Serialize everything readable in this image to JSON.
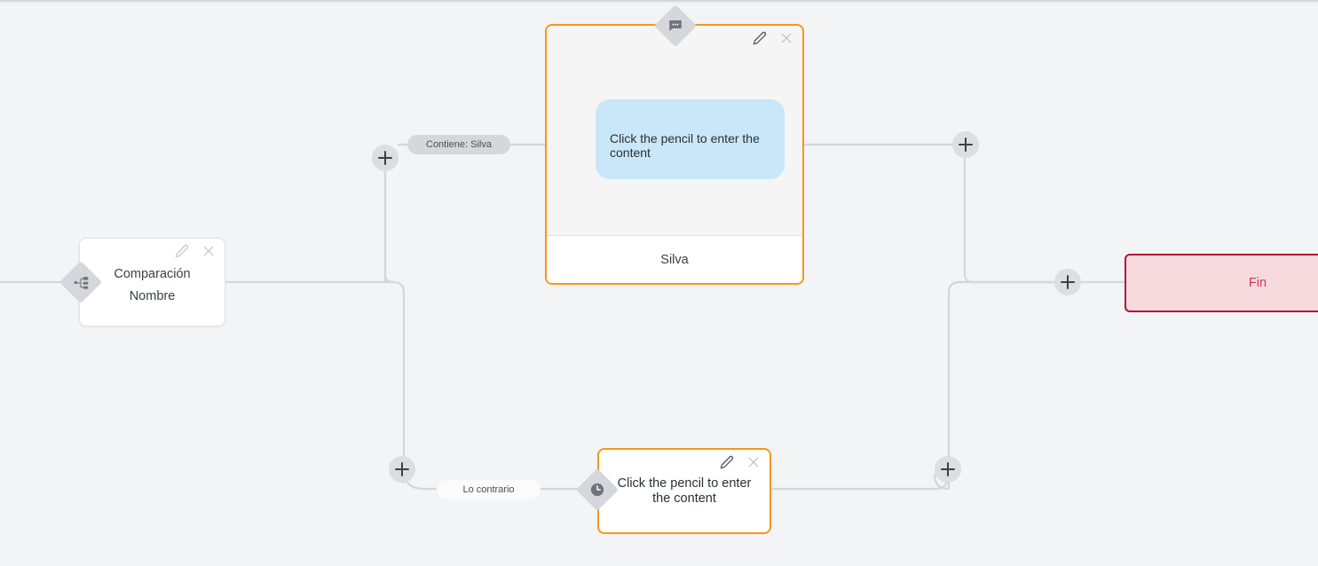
{
  "canvas": {
    "background_color": "#f3f4f6",
    "wire_color": "#d4d6da"
  },
  "nodes": {
    "comparacion": {
      "title": "Comparación",
      "subtitle": "Nombre",
      "badge_icon": "branch-icon",
      "edit_icon": "pencil-icon",
      "close_icon": "close-icon",
      "border_color": "#dfe1e5",
      "background_color": "#ffffff"
    },
    "message": {
      "bubble_text": "Click the pencil to enter the content",
      "footer_label": "Silva",
      "badge_icon": "chat-bubble-icon",
      "edit_icon": "pencil-icon",
      "close_icon": "close-icon",
      "border_color": "#f5971d",
      "bubble_color": "#c9e7f8",
      "background_color": "#f5f5f5"
    },
    "wait": {
      "body_text": "Click the pencil to enter the content",
      "badge_icon": "clock-icon",
      "edit_icon": "pencil-icon",
      "close_icon": "close-icon",
      "border_color": "#f5971d",
      "background_color": "#ffffff"
    },
    "fin": {
      "label": "Fin",
      "border_color": "#b4113a",
      "background_color": "#f7dade",
      "text_color": "#c73a5a"
    }
  },
  "edge_labels": {
    "true_branch": "Contiene: Silva",
    "false_branch": "Lo contrario"
  },
  "add_buttons": {
    "branch_top": "+",
    "branch_bottom": "+",
    "merge_top": "+",
    "merge_bottom": "+",
    "end": "+"
  }
}
